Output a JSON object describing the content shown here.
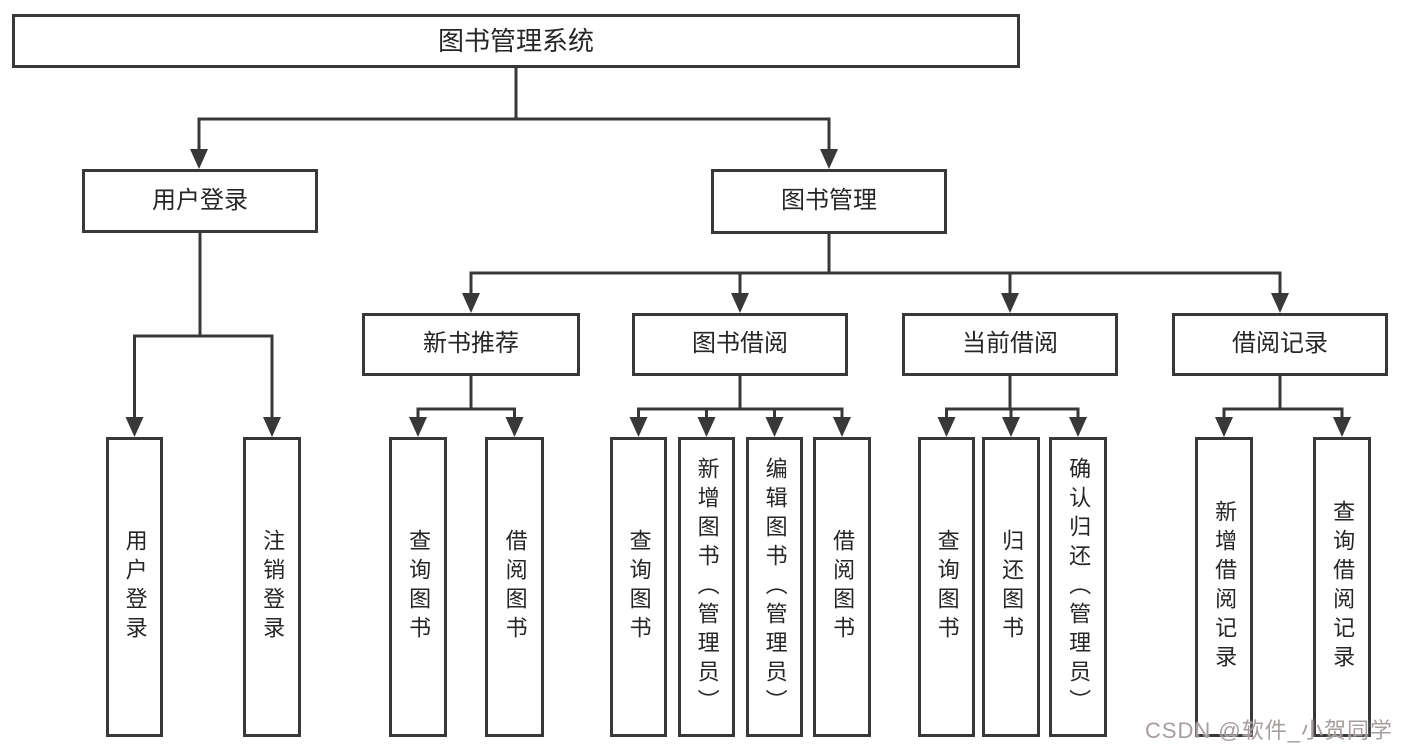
{
  "diagram": {
    "type": "hierarchy-tree",
    "root": {
      "label": "图书管理系统",
      "children": [
        {
          "label": "用户登录",
          "children": [
            {
              "label": "用户登录"
            },
            {
              "label": "注销登录"
            }
          ]
        },
        {
          "label": "图书管理",
          "children": [
            {
              "label": "新书推荐",
              "children": [
                {
                  "label": "查询图书"
                },
                {
                  "label": "借阅图书"
                }
              ]
            },
            {
              "label": "图书借阅",
              "children": [
                {
                  "label": "查询图书"
                },
                {
                  "label": "新增图书（管理员）"
                },
                {
                  "label": "编辑图书（管理员）"
                },
                {
                  "label": "借阅图书"
                }
              ]
            },
            {
              "label": "当前借阅",
              "children": [
                {
                  "label": "查询图书"
                },
                {
                  "label": "归还图书"
                },
                {
                  "label": "确认归还（管理员）"
                }
              ]
            },
            {
              "label": "借阅记录",
              "children": [
                {
                  "label": "新增借阅记录"
                },
                {
                  "label": "查询借阅记录"
                }
              ]
            }
          ]
        }
      ]
    }
  },
  "watermark": {
    "text": "CSDN @软件_小贺同学",
    "color": "#a79d9d"
  },
  "colors": {
    "line": "#383838",
    "box_border": "#383838",
    "text": "#262626",
    "background": "#ffffff"
  }
}
